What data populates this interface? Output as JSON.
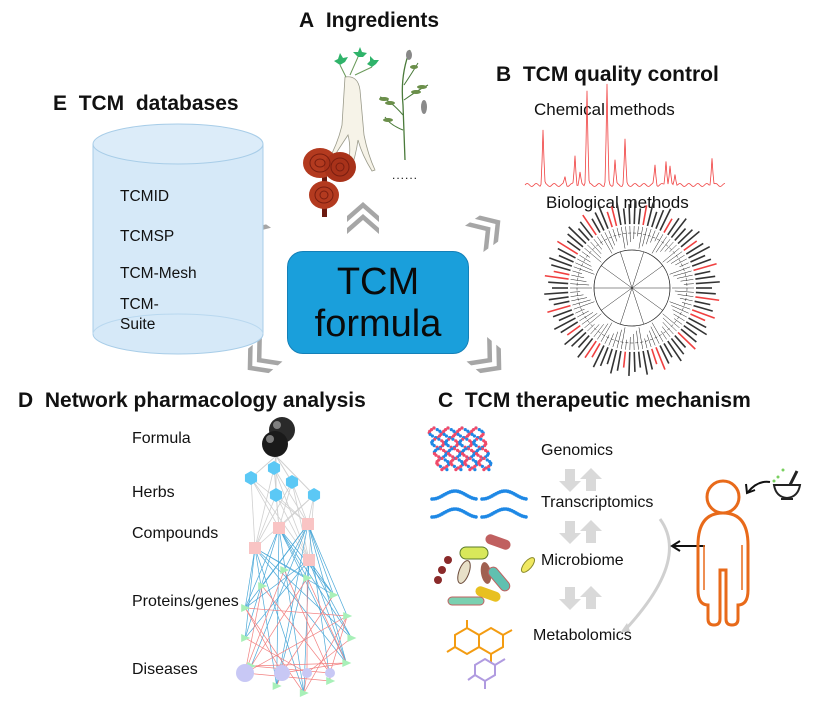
{
  "center": {
    "line1": "TCM",
    "line2": "formula",
    "color": "#1a9fdb"
  },
  "sections": {
    "A": {
      "letter": "A",
      "title": "Ingredients",
      "ellipsis": "......"
    },
    "B": {
      "letter": "B",
      "title": "TCM quality control",
      "chemical": "Chemical methods",
      "biological": "Biological methods"
    },
    "C": {
      "letter": "C",
      "title": "TCM therapeutic mechanism",
      "omics": [
        "Genomics",
        "Transcriptomics",
        "Microbiome",
        "Metabolomics"
      ]
    },
    "D": {
      "letter": "D",
      "title": "Network pharmacology analysis",
      "layers": [
        "Formula",
        "Herbs",
        "Compounds",
        "Proteins/genes",
        "Diseases"
      ]
    },
    "E": {
      "letter": "E",
      "title": "TCM  databases",
      "databases": [
        "TCMID",
        "TCMSP",
        "TCM-Mesh",
        "TCM-",
        "Suite"
      ]
    }
  },
  "colors": {
    "arrow_gray": "#a6a6a6",
    "chromatogram": "#f04040",
    "tree_red": "#f04040",
    "herb_node": "#5bc8f5",
    "compound_node": "#f9c4c4",
    "protein_node": "#a8f0b8",
    "disease_node": "#c8c8f5",
    "person": "#e86a1a",
    "db_fill": "#d6e9f8"
  }
}
